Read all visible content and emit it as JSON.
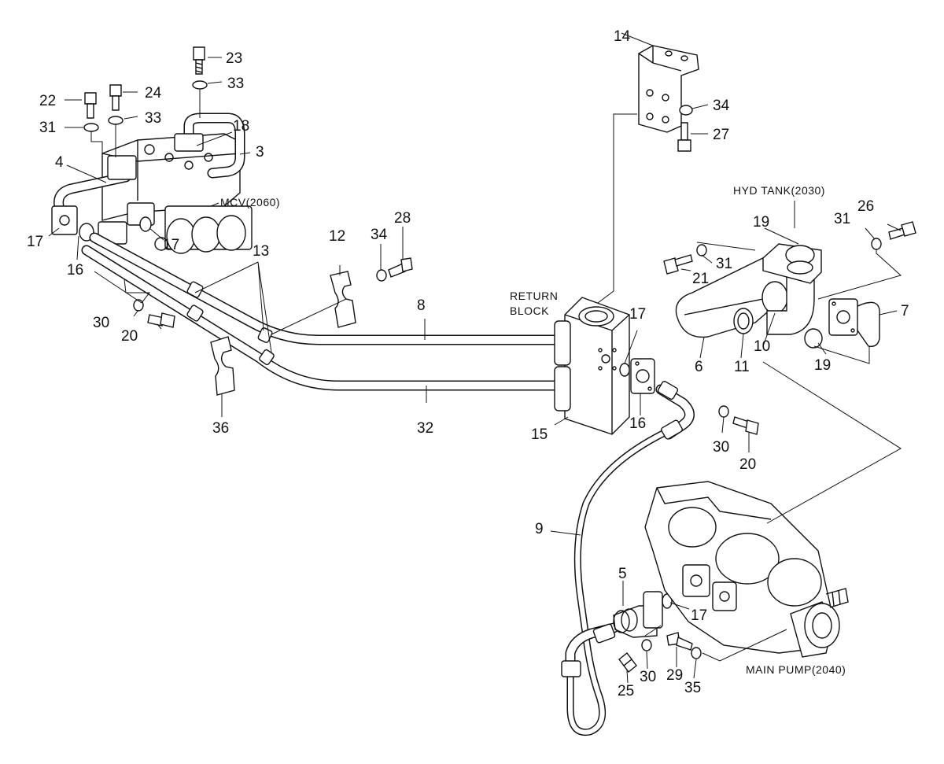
{
  "labels": {
    "mcv": "MCV(2060)",
    "hyd_tank": "HYD TANK(2030)",
    "return_block_1": "RETURN",
    "return_block_2": "BLOCK",
    "main_pump": "MAIN PUMP(2040)"
  },
  "callouts": {
    "c3": "3",
    "c4": "4",
    "c5": "5",
    "c6": "6",
    "c7": "7",
    "c8": "8",
    "c9": "9",
    "c10": "10",
    "c11": "11",
    "c12": "12",
    "c13": "13",
    "c14": "14",
    "c15": "15",
    "c16a": "16",
    "c16b": "16",
    "c17a": "17",
    "c17b": "17",
    "c17c": "17",
    "c17d": "17",
    "c18": "18",
    "c19a": "19",
    "c19b": "19",
    "c20a": "20",
    "c20b": "20",
    "c21": "21",
    "c22": "22",
    "c23": "23",
    "c24": "24",
    "c25": "25",
    "c26": "26",
    "c27": "27",
    "c28": "28",
    "c29": "29",
    "c30a": "30",
    "c30b": "30",
    "c30c": "30",
    "c31a": "31",
    "c31b": "31",
    "c31c": "31",
    "c32": "32",
    "c33a": "33",
    "c33b": "33",
    "c34a": "34",
    "c34b": "34",
    "c35": "35",
    "c36": "36"
  }
}
